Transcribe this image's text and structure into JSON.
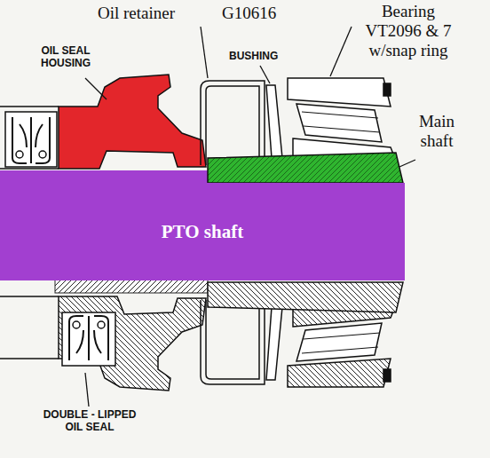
{
  "diagram": {
    "nodes": [
      {
        "text": [
          "PTO shaft"
        ]
      }
    ],
    "labels": [
      "Oil retainer",
      "G10616",
      "Bearing VT2096 & 7 w/snap ring",
      "Main shaft",
      "OIL SEAL HOUSING",
      "BUSHING",
      "DOUBLE - LIPPED OIL SEAL"
    ]
  }
}
